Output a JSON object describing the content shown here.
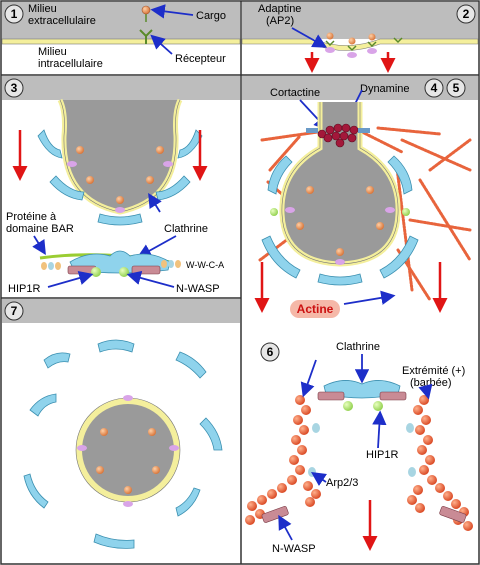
{
  "panels": {
    "p1": {
      "number": "1",
      "extracellular": [
        "Milieu",
        "extracellulaire"
      ],
      "intracellular": [
        "Milieu",
        "intracellulaire"
      ],
      "cargo": "Cargo",
      "receptor": "Récepteur"
    },
    "p2": {
      "number": "2",
      "adaptin": [
        "Adaptine",
        "(AP2)"
      ]
    },
    "p3": {
      "number": "3",
      "bar_protein": [
        "Protéine à",
        "domaine BAR"
      ],
      "clathrin": "Clathrine",
      "hip1r": "HIP1R",
      "nwasp": "N-WASP",
      "wwca": "W-W-C-A"
    },
    "p45": {
      "number_a": "4",
      "number_b": "5",
      "cortactin": "Cortactine",
      "dynamin": "Dynamine",
      "actin": "Actine"
    },
    "p6": {
      "number": "6",
      "clathrin": "Clathrine",
      "plus_end": [
        "Extrémité (+)",
        "(barbée)"
      ],
      "hip1r": "HIP1R",
      "arp23": "Arp2/3",
      "nwasp": "N-WASP"
    },
    "p7": {
      "number": "7"
    }
  },
  "colors": {
    "panel_header": "#bdbdbd",
    "vesicle_gray": "#9a9a9a",
    "membrane_yellow": "#f4ef9c",
    "clathrin_blue": "#8fd3ec",
    "arrow_red": "#e01515",
    "label_arrow_blue": "#1d2ec9",
    "actin_orange": "#e8643c",
    "dynamin_crimson": "#a3183a"
  }
}
